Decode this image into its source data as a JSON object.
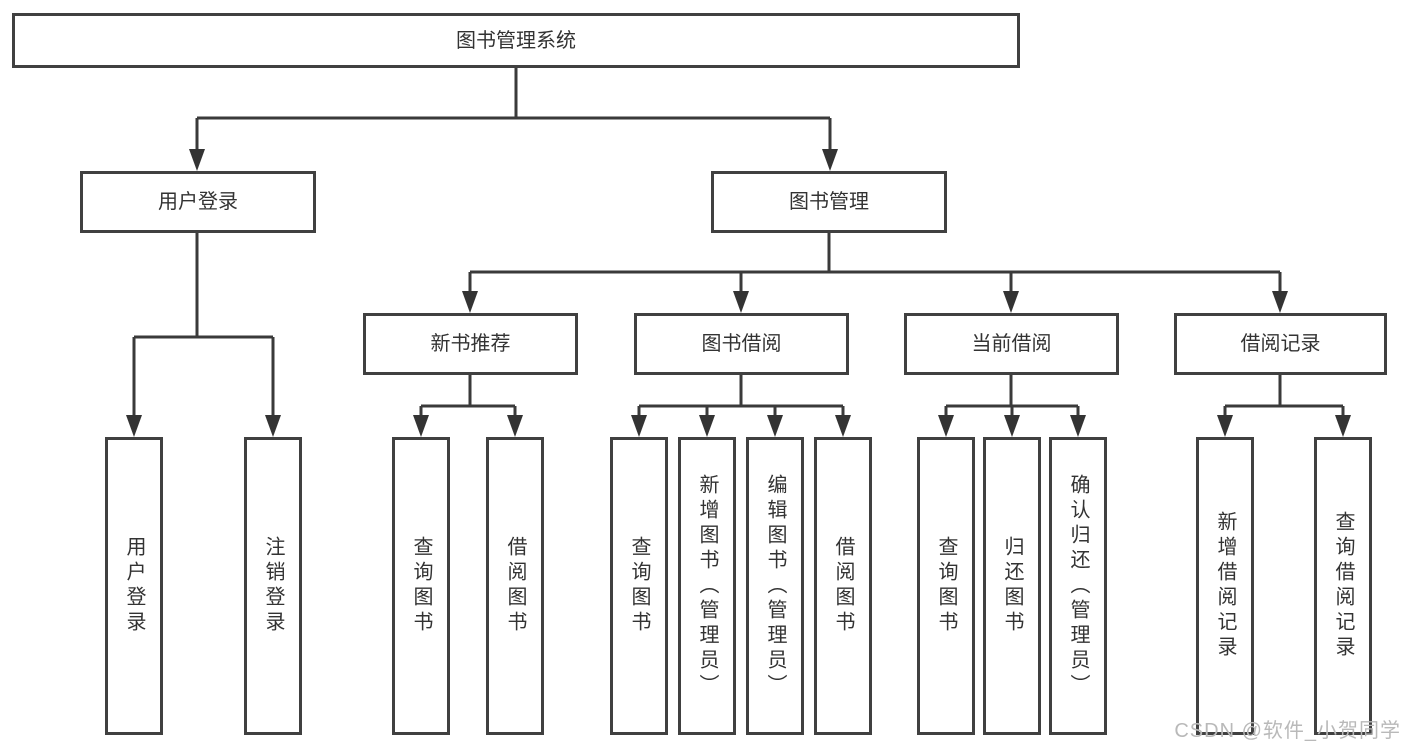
{
  "diagram": {
    "type": "hierarchy-tree",
    "colors": {
      "background": "#ffffff",
      "line": "#3a3a3a",
      "box_border": "#404040",
      "text": "#333333",
      "watermark": "#b9b9b9"
    },
    "tree": {
      "label": "图书管理系统",
      "children": [
        {
          "label": "用户登录",
          "children": [
            {
              "label": "用户登录"
            },
            {
              "label": "注销登录"
            }
          ]
        },
        {
          "label": "图书管理",
          "children": [
            {
              "label": "新书推荐",
              "children": [
                {
                  "label": "查询图书"
                },
                {
                  "label": "借阅图书"
                }
              ]
            },
            {
              "label": "图书借阅",
              "children": [
                {
                  "label": "查询图书"
                },
                {
                  "label": "新增图书（管理员）"
                },
                {
                  "label": "编辑图书（管理员）"
                },
                {
                  "label": "借阅图书"
                }
              ]
            },
            {
              "label": "当前借阅",
              "children": [
                {
                  "label": "查询图书"
                },
                {
                  "label": "归还图书"
                },
                {
                  "label": "确认归还（管理员）"
                }
              ]
            },
            {
              "label": "借阅记录",
              "children": [
                {
                  "label": "新增借阅记录"
                },
                {
                  "label": "查询借阅记录"
                }
              ]
            }
          ]
        }
      ]
    },
    "watermark": {
      "text": "CSDN @软件_小贺同学"
    }
  }
}
